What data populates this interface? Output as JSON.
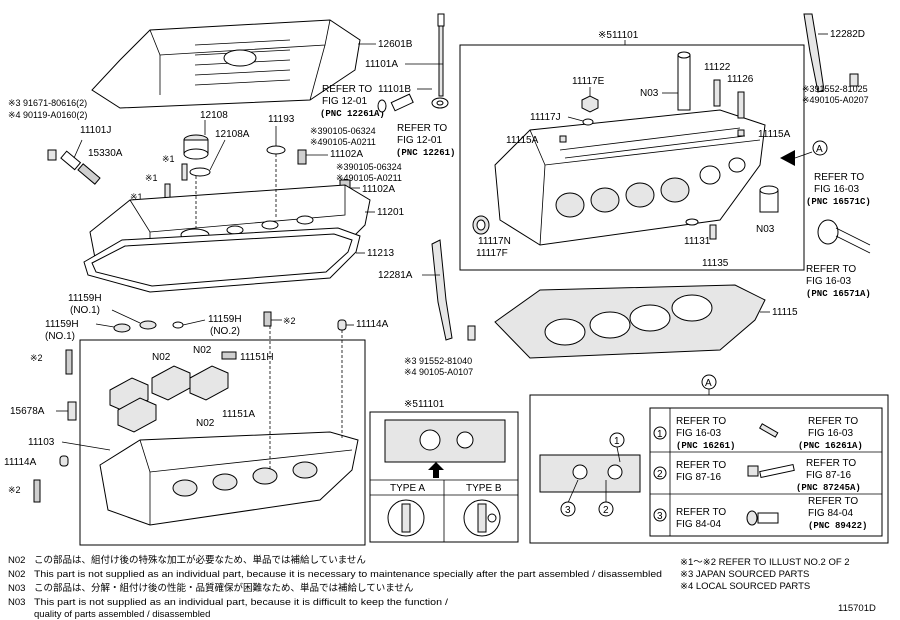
{
  "labels": {
    "engine_cover": "12601B",
    "bolt_top": "11101A",
    "plug_seal": "11101B",
    "refer_to_1": "REFER TO",
    "fig_1": "FIG 12-01",
    "pnc_1": "(PNC 12261A)",
    "refer_to_2": "REFER TO",
    "fig_2": "FIG 12-01",
    "pnc_2": "(PNC 12261)",
    "left_note_3": "※3 91671-80616(2)",
    "left_note_4": "※4 90119-A0160(2)",
    "sensor_ring": "11101J",
    "vvt_sensor": "15330A",
    "oil_cap": "12108",
    "oil_cap_gasket": "12108A",
    "ring_11193": "11193",
    "note_3_mid": "※390105-06324",
    "note_4_mid": "※490105-A0211",
    "part_11102A_a": "11102A",
    "note_3_mid2": "※390105-06324",
    "note_4_mid2": "※490105-A0211",
    "part_11102A_b": "11102A",
    "head_cover": "11201",
    "head_cover_gasket": "11213",
    "mark_x1_a": "※1",
    "mark_x1_b": "※1",
    "mark_x1_c": "※1",
    "head_assembly": "※511101",
    "part_11117E": "11117E",
    "part_N03_top": "N03",
    "part_11122": "11122",
    "part_11126": "11126",
    "part_12282D": "12282D",
    "note_3_right": "※391552-81025",
    "note_4_right": "※490105-A0207",
    "part_11117J": "11117J",
    "part_11115A_l": "11115A",
    "part_11115A_r": "11115A",
    "callout_A": "A",
    "refer_to_r1": "REFER TO",
    "fig_r1": "FIG 16-03",
    "pnc_r1": "(PNC 16571C)",
    "part_N03_right": "N03",
    "refer_to_r2": "REFER TO",
    "fig_r2": "FIG 16-03",
    "pnc_r2": "(PNC 16571A)",
    "part_11117F": "11117F",
    "part_11117N": "11117N",
    "part_11131": "11131",
    "part_11135": "11135",
    "part_12281A": "12281A",
    "part_11115": "11115",
    "part_11159H_top": "11159H",
    "part_no1_top": "(NO.1)",
    "part_11159H_left": "11159H",
    "part_no1_left": "(NO.1)",
    "part_11159H_mid": "11159H",
    "part_no2_mid": "(NO.2)",
    "mark_x2_a": "※2",
    "part_11114A_top": "11114A",
    "part_N02_a": "N02",
    "part_N02_b": "N02",
    "part_11151H": "11151H",
    "part_N02_c": "N02",
    "part_11151A": "11151A",
    "mark_x2_b": "※2",
    "part_15678A": "15678A",
    "part_11103": "11103",
    "part_11114A_bot": "11114A",
    "mark_x2_c": "※2",
    "note_3_bot": "※3 91552-81040",
    "note_4_bot": "※4 90105-A0107",
    "detail_head_title": "※511101",
    "type_a": "TYPE A",
    "type_b": "TYPE B",
    "detail_A": "A",
    "circle_1": "1",
    "circle_2": "2",
    "circle_3": "3",
    "table_rows": [
      {
        "num": "1",
        "left_ref": "REFER TO",
        "left_fig": "FIG 16-03",
        "left_pnc": "(PNC 16261)",
        "right_ref": "REFER TO",
        "right_fig": "FIG 16-03",
        "right_pnc": "(PNC 16261A)"
      },
      {
        "num": "2",
        "left_ref": "REFER TO",
        "left_fig": "FIG 87-16",
        "left_pnc": "",
        "right_ref": "REFER TO",
        "right_fig": "FIG 87-16",
        "right_pnc": "(PNC 87245A)"
      },
      {
        "num": "3",
        "left_ref": "REFER TO",
        "left_fig": "FIG 84-04",
        "left_pnc": "",
        "right_ref": "REFER TO",
        "right_fig": "FIG 84-04",
        "right_pnc": "(PNC 89422)"
      }
    ]
  },
  "footnotes": {
    "n02_jp_code": "N02",
    "n02_jp": "この部品は、組付け後の特殊な加工が必要なため、単品では補給していません",
    "n02_en_code": "N02",
    "n02_en": "This part is not supplied as an individual part, because it is necessary to maintenance specially after the part assembled / disassembled",
    "n03_jp_code": "N03",
    "n03_jp": "この部品は、分解・組付け後の性能・品質確保が困難なため、単品では補給していません",
    "n03_en_code": "N03",
    "n03_en_1": "This part is not supplied as an individual part, because it is difficult to keep the function /",
    "n03_en_2": "quality of parts  assembled / disassembled",
    "legend_1": "※1～※2  REFER TO ILLUST NO.2 OF 2",
    "legend_2": "※3 JAPAN SOURCED PARTS",
    "legend_3": "※4 LOCAL SOURCED PARTS",
    "illus_id": "115701D"
  }
}
